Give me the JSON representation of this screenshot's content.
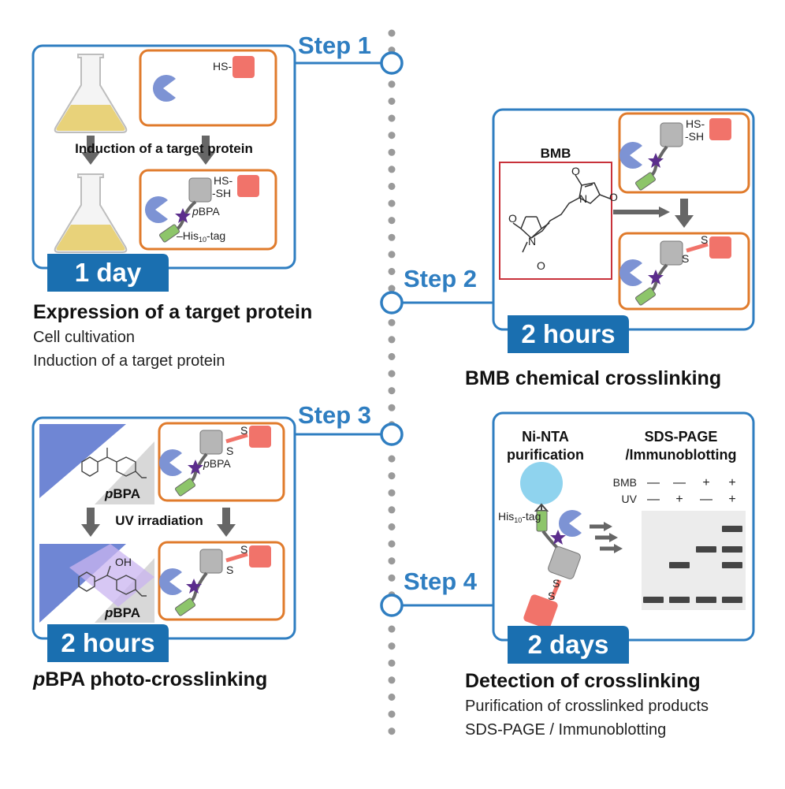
{
  "colors": {
    "step_blue": "#2f7ec1",
    "duration_tab": "#1a6fb0",
    "cell_border": "#e07b2c",
    "bmb_border": "#c8313a",
    "pacman": "#7d93d4",
    "gray_protein": "#b6b6b6",
    "red_protein": "#f1736a",
    "green_tag": "#8dc56a",
    "pbpa_star": "#5b2d8c",
    "bead": "#8fd3ee",
    "band": "#444444",
    "arrow": "#666666"
  },
  "steps": [
    {
      "label": "Step 1",
      "duration": "1 day",
      "title": "Expression of a target protein",
      "details": [
        "Cell cultivation",
        "Induction of a target protein"
      ],
      "panel": {
        "induction_label": "Induction of a target protein",
        "hs_top": "HS-",
        "hs_bottom": "HS-",
        "sh": "-SH",
        "pbpa_prefix": "p",
        "pbpa_rest": "BPA",
        "his_prefix": "–His",
        "his_sub": "10",
        "his_suffix": "-tag"
      }
    },
    {
      "label": "Step 2",
      "duration": "2 hours",
      "title": "BMB chemical crosslinking",
      "panel": {
        "reagent": "BMB",
        "atom_n": "N",
        "atom_o": "O",
        "hs": "HS-",
        "sh": "-SH",
        "s": "S"
      }
    },
    {
      "label": "Step 3",
      "duration": "2 hours",
      "title_prefix": "p",
      "title_rest": "BPA photo-crosslinking",
      "panel": {
        "uv_label": "UV irradiation",
        "pbpa_prefix": "p",
        "pbpa_rest": "BPA",
        "oh": "OH",
        "s": "S"
      }
    },
    {
      "label": "Step 4",
      "duration": "2 days",
      "title": "Detection of crosslinking",
      "details": [
        "Purification of crosslinked products",
        "SDS-PAGE / Immunoblotting"
      ],
      "panel": {
        "purif_line1": "Ni-NTA",
        "purif_line2": "purification",
        "blot_line1": "SDS-PAGE",
        "blot_line2": "/Immunoblotting",
        "row1_label": "BMB",
        "row1_signs": [
          "—",
          "—",
          "+",
          "+"
        ],
        "row2_label": "UV",
        "row2_signs": [
          "—",
          "+",
          "—",
          "+"
        ],
        "his_prefix": "His",
        "his_sub": "10",
        "his_suffix": "-tag",
        "s": "S",
        "lanes": [
          {
            "bands": [
              "monomer"
            ]
          },
          {
            "bands": [
              "monomer",
              "low"
            ]
          },
          {
            "bands": [
              "monomer",
              "mid"
            ]
          },
          {
            "bands": [
              "monomer",
              "low",
              "mid",
              "high"
            ]
          }
        ]
      }
    }
  ]
}
